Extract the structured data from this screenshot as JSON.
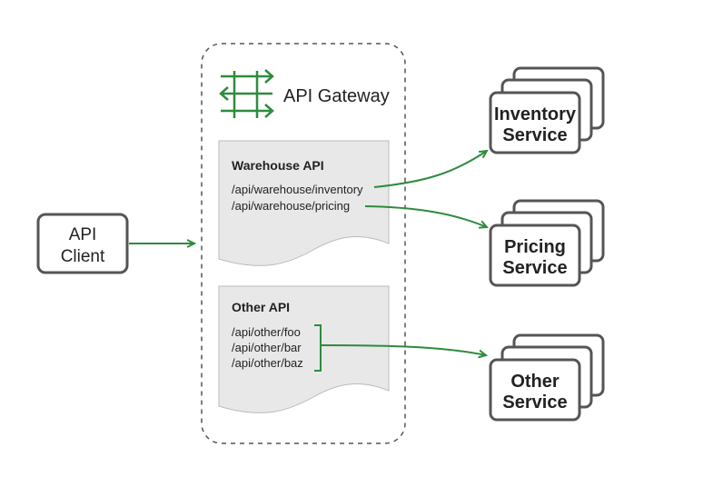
{
  "client": {
    "line1": "API",
    "line2": "Client"
  },
  "gateway": {
    "title": "API Gateway",
    "icon": "gateway-arrows-icon"
  },
  "warehouse_api": {
    "heading": "Warehouse API",
    "routes": [
      "/api/warehouse/inventory",
      "/api/warehouse/pricing"
    ]
  },
  "other_api": {
    "heading": "Other API",
    "routes": [
      "/api/other/foo",
      "/api/other/bar",
      "/api/other/baz"
    ]
  },
  "services": {
    "inventory": {
      "line1": "Inventory",
      "line2": "Service"
    },
    "pricing": {
      "line1": "Pricing",
      "line2": "Service"
    },
    "other": {
      "line1": "Other",
      "line2": "Service"
    }
  },
  "colors": {
    "arrow": "#2e8b3e",
    "border": "#555555",
    "doc_fill": "#e8e8e8",
    "doc_border": "#bbbbbb",
    "icon": "#2e8b3e"
  }
}
